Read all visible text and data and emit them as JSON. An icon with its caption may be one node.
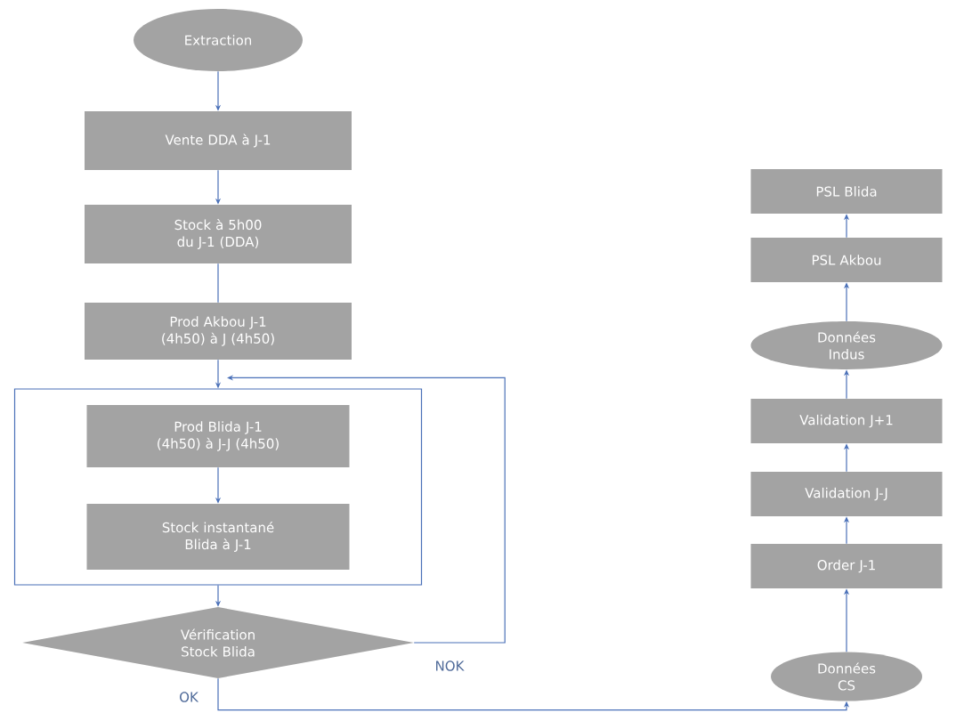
{
  "diagram": {
    "nodes": [
      {
        "text": [
          "Extraction"
        ]
      },
      {
        "text": [
          "Vente DDA à J-1"
        ]
      },
      {
        "text": [
          "Stock à 5h00 du J-1 (DDA)"
        ]
      },
      {
        "text": [
          "Prod Akbou J-1 (4h50) à J (4h50)"
        ]
      },
      {
        "text": [],
        "shape": "box"
      },
      {
        "text": [
          "Prod Blida J-1 (4h50) à J-J (4h50)"
        ],
        "in": 4
      },
      {
        "text": [
          "Stock instantané Blida à J-1"
        ],
        "in": 4
      },
      {
        "text": [
          "Vérification Stock Blida"
        ]
      },
      {
        "text": [
          "Données CS"
        ]
      },
      {
        "text": [
          "Order J-1"
        ]
      },
      {
        "text": [
          "Validation J-J"
        ]
      },
      {
        "text": [
          "Validation J+1"
        ]
      },
      {
        "text": [
          "Données Indus"
        ]
      },
      {
        "text": [
          "PSL Akbou"
        ]
      },
      {
        "text": [
          "PSL Blida"
        ]
      }
    ],
    "edges": [
      {
        "from": 0,
        "to": 1,
        "arrow": "to"
      },
      {
        "from": 1,
        "to": 2,
        "arrow": "to"
      },
      {
        "from": 2,
        "to": 3,
        "arrow": "none"
      },
      {
        "from": 3,
        "to": 4,
        "arrow": "to"
      },
      {
        "from": 5,
        "to": 6,
        "arrow": "to"
      },
      {
        "from": 4,
        "to": 7,
        "arrow": "to"
      },
      {
        "from": 7,
        "to": 4,
        "arrow": "to",
        "label": "NOK"
      },
      {
        "from": 7,
        "to": 8,
        "arrow": "to",
        "label": "OK"
      },
      {
        "from": 8,
        "to": 9,
        "arrow": "to"
      },
      {
        "from": 9,
        "to": 10,
        "arrow": "to"
      },
      {
        "from": 10,
        "to": 11,
        "arrow": "to"
      },
      {
        "from": 11,
        "to": 12,
        "arrow": "to"
      },
      {
        "from": 12,
        "to": 13,
        "arrow": "to"
      },
      {
        "from": 13,
        "to": 14,
        "arrow": "to"
      }
    ]
  }
}
